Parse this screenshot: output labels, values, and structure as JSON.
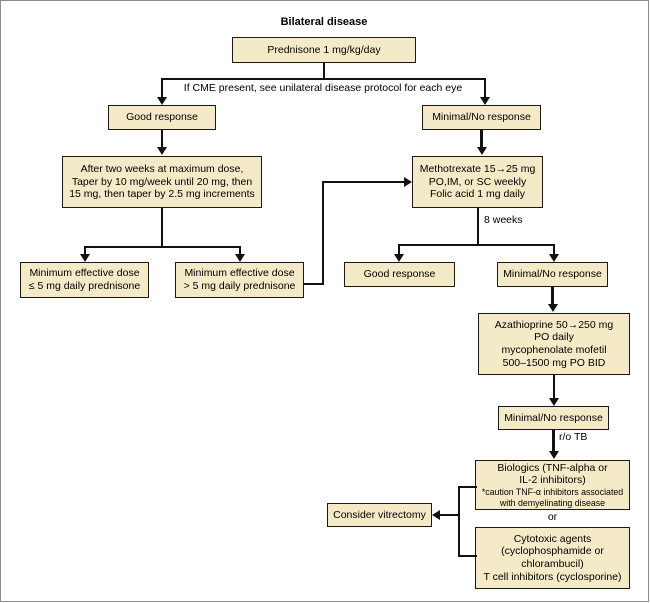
{
  "diagram": {
    "title": "Bilateral disease",
    "annotations": {
      "cme_note": "If CME present, see unilateral disease protocol for each eye",
      "eight_weeks": "8 weeks",
      "ro_tb": "r/o TB",
      "or_label": "or"
    },
    "nodes": {
      "prednisone": {
        "lines": [
          "Prednisone 1 mg/kg/day"
        ]
      },
      "good_response_1": {
        "lines": [
          "Good response"
        ]
      },
      "minimal_response_1": {
        "lines": [
          "Minimal/No response"
        ]
      },
      "taper": {
        "lines": [
          "After two weeks at maximum dose,",
          "Taper by 10 mg/week until 20 mg, then",
          "15 mg, then taper by 2.5 mg increments"
        ]
      },
      "methotrexate": {
        "lines": [
          "Methotrexate 15→25 mg",
          "PO,IM, or SC weekly",
          "Folic acid 1 mg daily"
        ]
      },
      "min_dose_low": {
        "lines": [
          "Minimum effective dose",
          "≤ 5 mg daily prednisone"
        ]
      },
      "min_dose_high": {
        "lines": [
          "Minimum effective dose",
          "> 5 mg daily prednisone"
        ]
      },
      "good_response_2": {
        "lines": [
          "Good response"
        ]
      },
      "minimal_response_2": {
        "lines": [
          "Minimal/No response"
        ]
      },
      "azathioprine": {
        "lines": [
          "Azathioprine 50→250 mg",
          "PO daily",
          "mycophenolate mofetil",
          "500–1500 mg PO BID"
        ]
      },
      "minimal_response_3": {
        "lines": [
          "Minimal/No response"
        ]
      },
      "biologics": {
        "lines": [
          "Biologics (TNF-alpha or",
          "IL-2 inhibitors)"
        ],
        "small_lines": [
          "*caution TNF-α inhibitors associated",
          "with demyelinating disease"
        ]
      },
      "cytotoxic": {
        "lines": [
          "Cytotoxic agents",
          "(cyclophosphamide or",
          "chlorambucil)",
          "T cell inhibitors (cyclosporine)"
        ]
      },
      "vitrectomy": {
        "lines": [
          "Consider vitrectomy"
        ]
      }
    },
    "colors": {
      "node_fill": "#f5eac8",
      "node_border": "#1a1a1a",
      "connector": "#111111",
      "frame": "#8d8d8d",
      "background": "#ffffff"
    }
  }
}
